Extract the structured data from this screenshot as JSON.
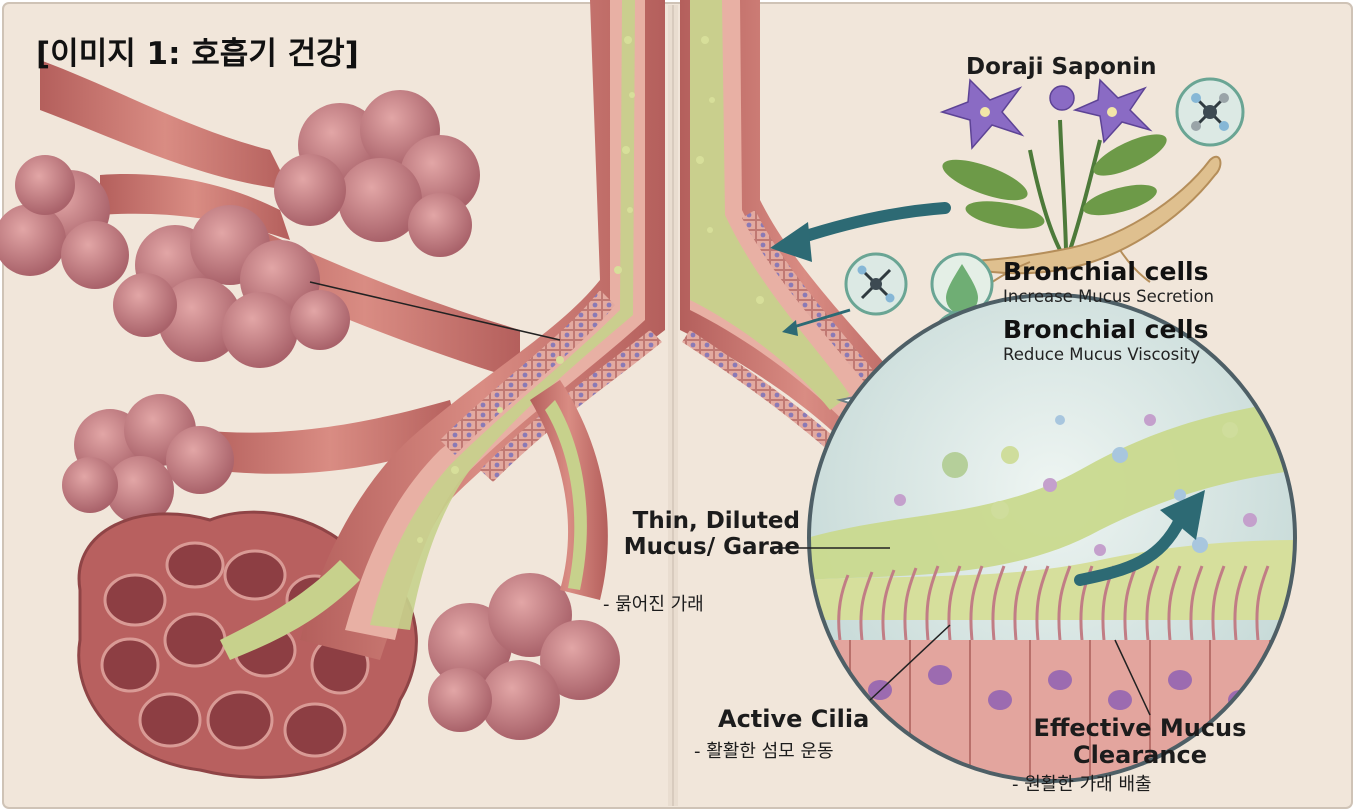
{
  "title": "[이미지 1: 호흡기 건강]",
  "saponin": {
    "label": "Doraji Saponin"
  },
  "effects": [
    {
      "heading": "Bronchial cells",
      "detail": "Increase Mucus Secretion"
    },
    {
      "heading": "Bronchial cells",
      "detail": "Reduce Mucus Viscosity"
    }
  ],
  "callouts": {
    "thin_mucus": {
      "label": "Thin, Diluted Mucus/ Garae",
      "korean": "- 묽어진 가래"
    },
    "active_cilia": {
      "label": "Active Cilia",
      "korean": "- 활활한 섬모 운동"
    },
    "clearance": {
      "label": "Effective Mucus Clearance",
      "korean": "- 원활한 가래 배출"
    }
  },
  "colors": {
    "background": "#f2e7dc",
    "tissue": "#c9776e",
    "alveoli": "#c98a8a",
    "mucus": "#c8d592",
    "arrow": "#2d6a74",
    "flower": "#8a6bc4",
    "lens_fill": "#dbe8e4"
  },
  "icons": [
    "molecule-icon",
    "droplet-icon",
    "droplet-leaf-icon",
    "curved-arrow-icon"
  ]
}
